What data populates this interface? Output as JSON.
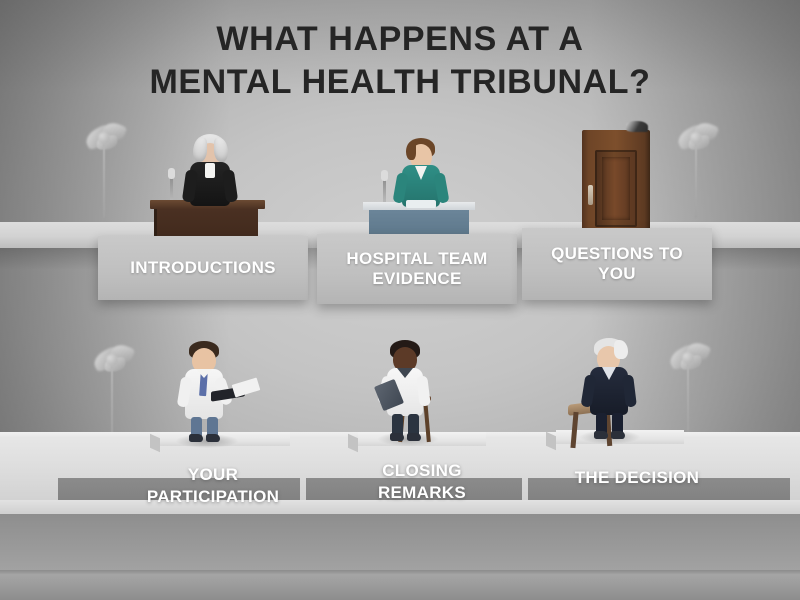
{
  "title": {
    "line1": "WHAT HAPPENS AT A",
    "line2": "MENTAL HEALTH TRIBUNAL?"
  },
  "colors": {
    "title_text": "#252525",
    "label_text": "#ffffff",
    "card_background": "#bfbfbf",
    "wall": "#b2b2b2",
    "stage": "#dedede",
    "door_wood": "#7d4f2c",
    "bench_wood": "#4a3022",
    "witness_desk": "#5b7588",
    "judge_robe": "#1b1b1b",
    "witness_top": "#2f8f86",
    "lab_coat": "#f2f2f2",
    "suit_navy": "#1e2433"
  },
  "steps": {
    "top_row": [
      {
        "id": "introductions",
        "label": "INTRODUCTIONS",
        "lines": [
          "INTRODUCTIONS"
        ]
      },
      {
        "id": "hospital-team-evidence",
        "label": "HOSPITAL TEAM EVIDENCE",
        "lines": [
          "HOSPITAL TEAM",
          "EVIDENCE"
        ]
      },
      {
        "id": "questions-to-you",
        "label": "QUESTIONS TO YOU",
        "lines": [
          "QUESTIONS TO",
          "YOU"
        ]
      }
    ],
    "bottom_row": [
      {
        "id": "your-participation",
        "label": "YOUR PARTICIPATION",
        "lines": [
          "YOUR",
          "PARTICIPATION"
        ]
      },
      {
        "id": "closing-remarks",
        "label": "CLOSING REMARKS",
        "lines": [
          "CLOSING",
          "REMARKS"
        ]
      },
      {
        "id": "the-decision",
        "label": "THE DECISION",
        "lines": [
          "THE DECISION"
        ]
      }
    ]
  },
  "scene": {
    "figures": [
      {
        "id": "judge",
        "description": "judge in white wig and black robe at wooden bench"
      },
      {
        "id": "hospital-witness",
        "description": "person in teal top at blue witness desk"
      },
      {
        "id": "doctor-reading",
        "description": "doctor in white coat holding open file"
      },
      {
        "id": "doctor-clipboard",
        "description": "doctor in white coat holding clipboard beside chair"
      },
      {
        "id": "patient-decision",
        "description": "older person in navy suit standing by wooden bench"
      }
    ],
    "props": [
      {
        "id": "door",
        "description": "brown wooden door"
      },
      {
        "id": "wall-sconce",
        "description": "grey leaf wall sconce lamp"
      },
      {
        "id": "microphone",
        "description": "desk microphone"
      }
    ]
  }
}
